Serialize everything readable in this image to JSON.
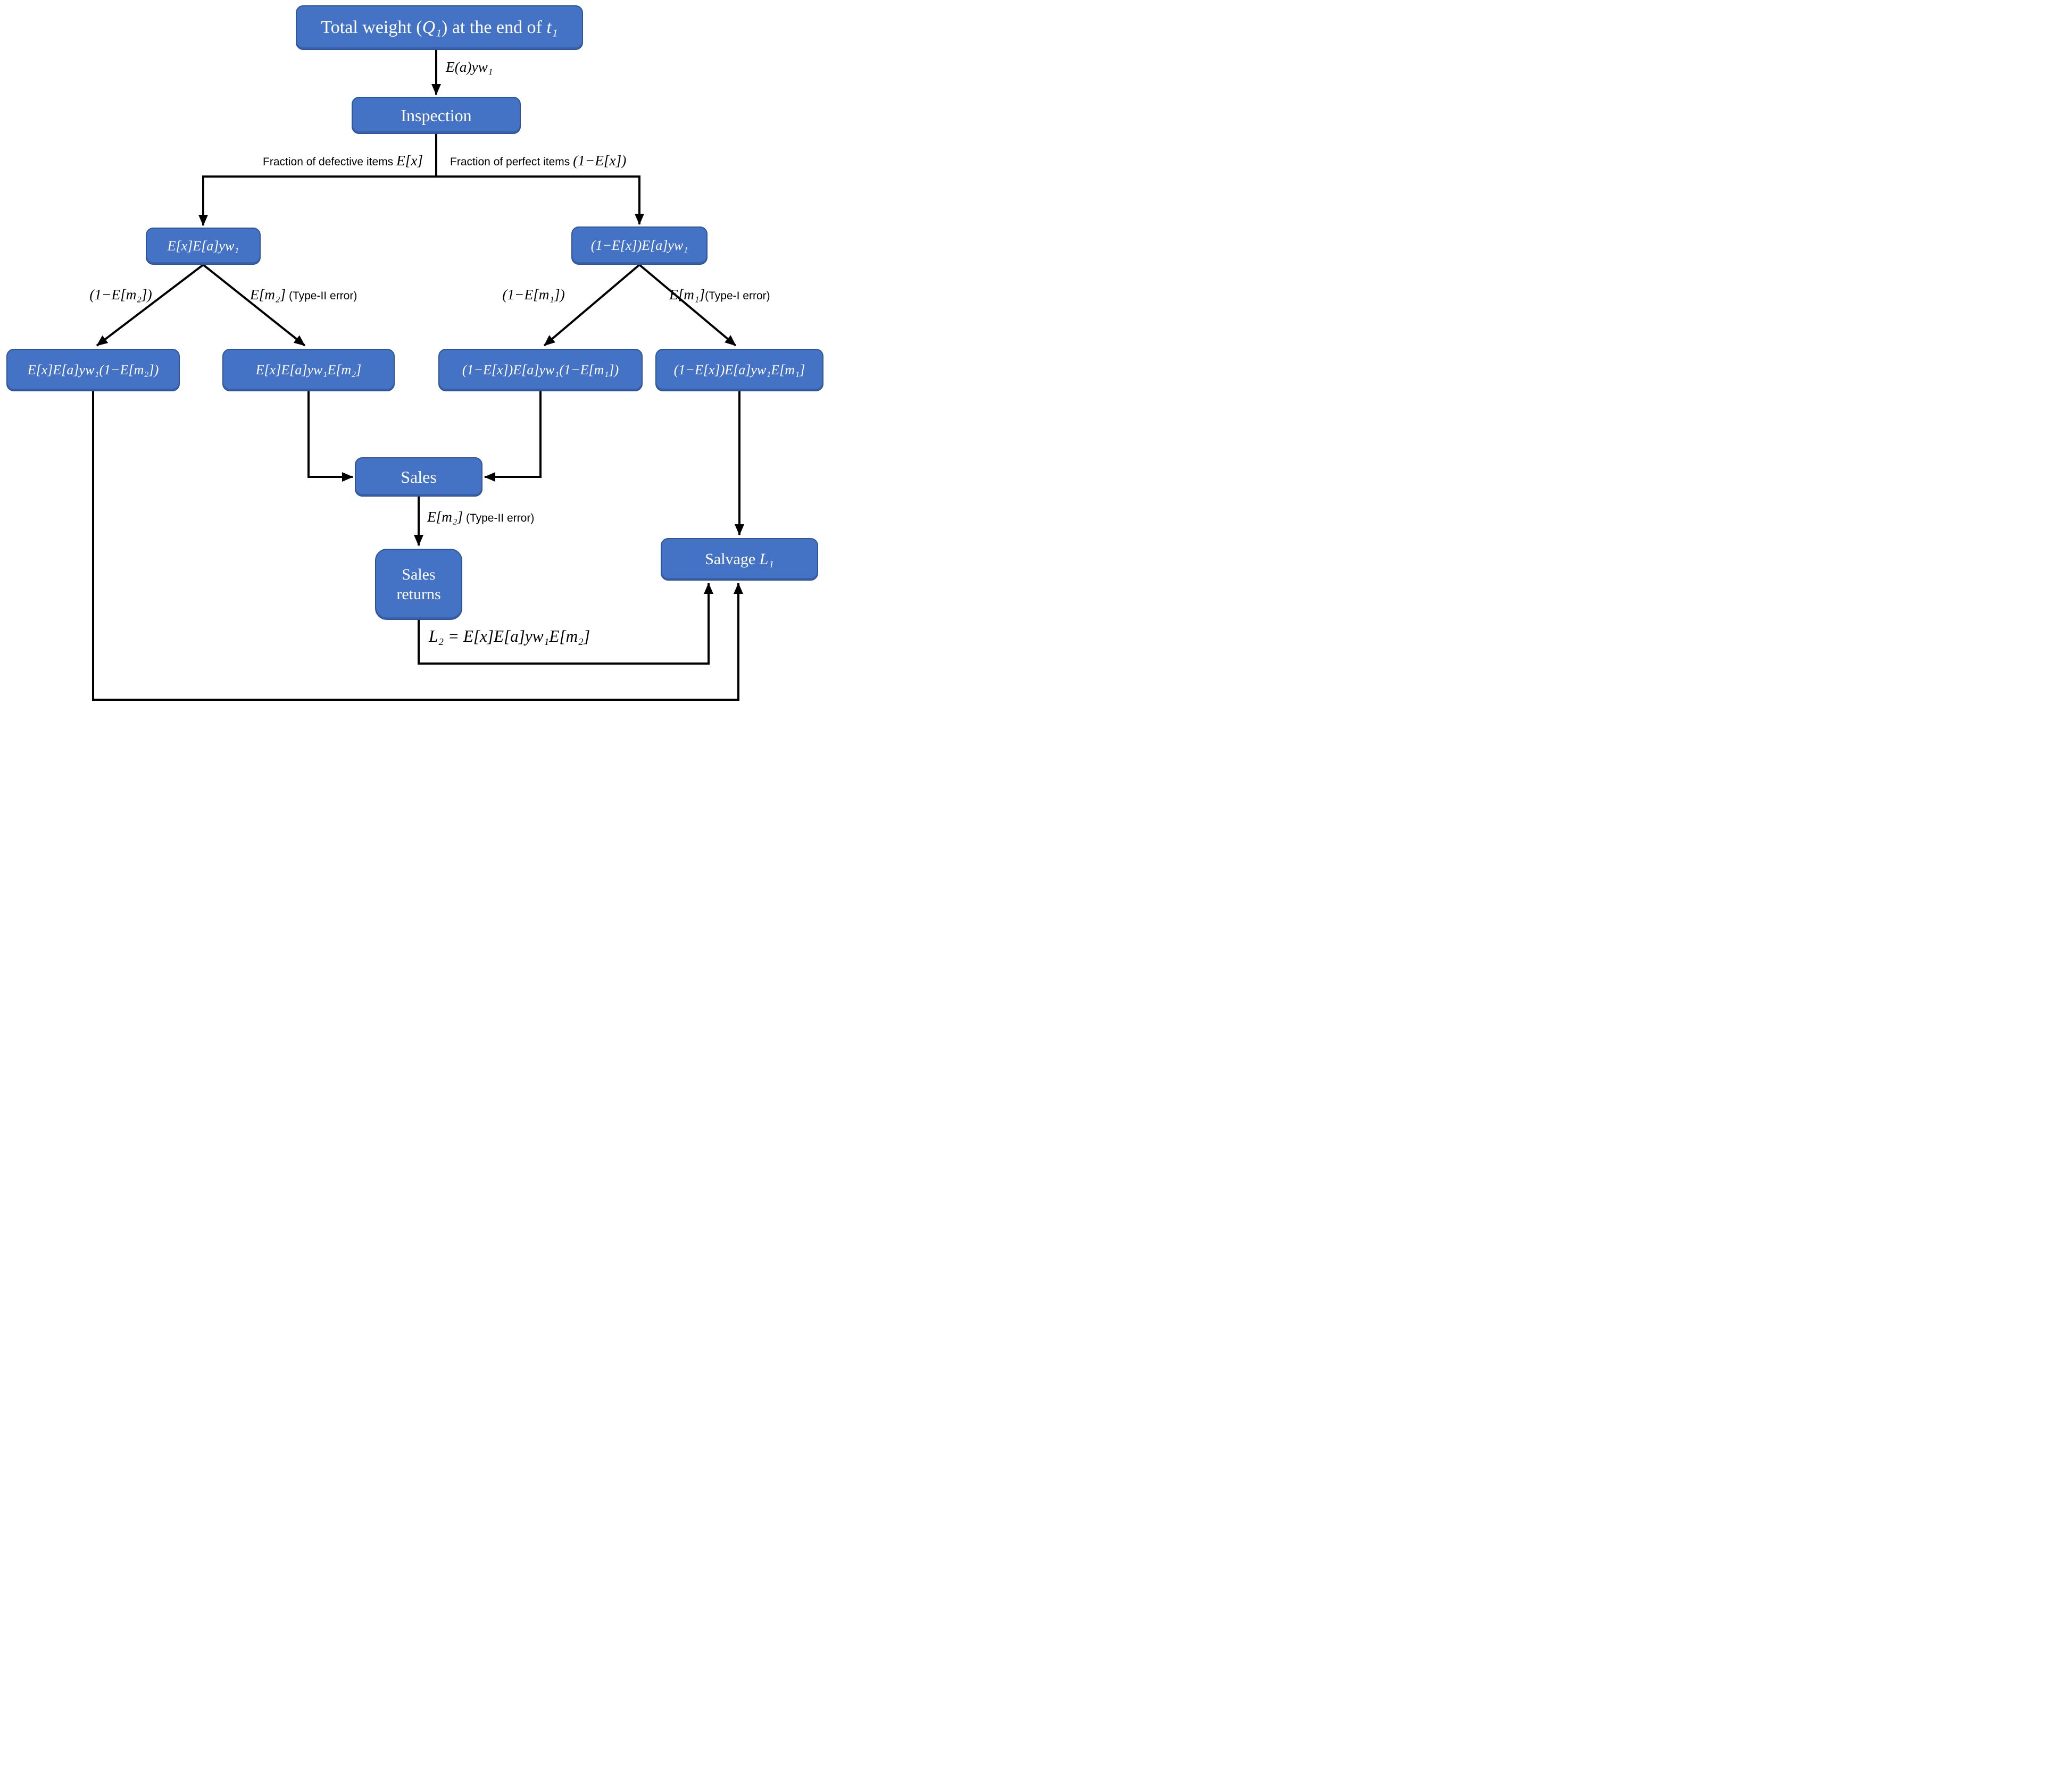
{
  "colors": {
    "box_fill": "#4472c4",
    "box_border": "#2f5597",
    "box_text": "#ffffff",
    "line": "#000000",
    "label_text": "#000000"
  },
  "nodes": {
    "total_weight": "Total weight (*Q₁*) at the end of *t₁*",
    "inspection": "Inspection",
    "defective_quantity": "*E[x]E[a]yw₁*",
    "perfect_quantity": "*(1−E[x])E[a]yw₁*",
    "defective_detected": "*E[x]E[a]yw₁(1−E[m₂])*",
    "defective_undetected": "*E[x]E[a]yw₁E[m₂]*",
    "perfect_accepted": "*(1−E[x])E[a]yw₁(1−E[m₁])*",
    "perfect_rejected": "*(1−E[x])E[a]yw₁E[m₁]*",
    "sales": "Sales",
    "sales_returns": "Sales returns",
    "salvage": "Salvage *L₁*"
  },
  "edge_labels": {
    "input_quantity": "*E(a)yw₁*",
    "defective_fraction": "Fraction of defective items  *E[x]*",
    "perfect_fraction": "Fraction of perfect items *(1−E[x])*",
    "detected_fraction": "*(1−E[m₂])*",
    "type2_error": "*E[m₂]* (Type-II error)",
    "accepted_fraction": "*(1−E[m₁])*",
    "type1_error": "*E[m₁]*(Type-I error)",
    "sales_return_fraction": "*E[m₂]* (Type-II error)",
    "l2_to_salvage": "*L₂ = E[x]E[a]yw₁E[m₂]*"
  }
}
